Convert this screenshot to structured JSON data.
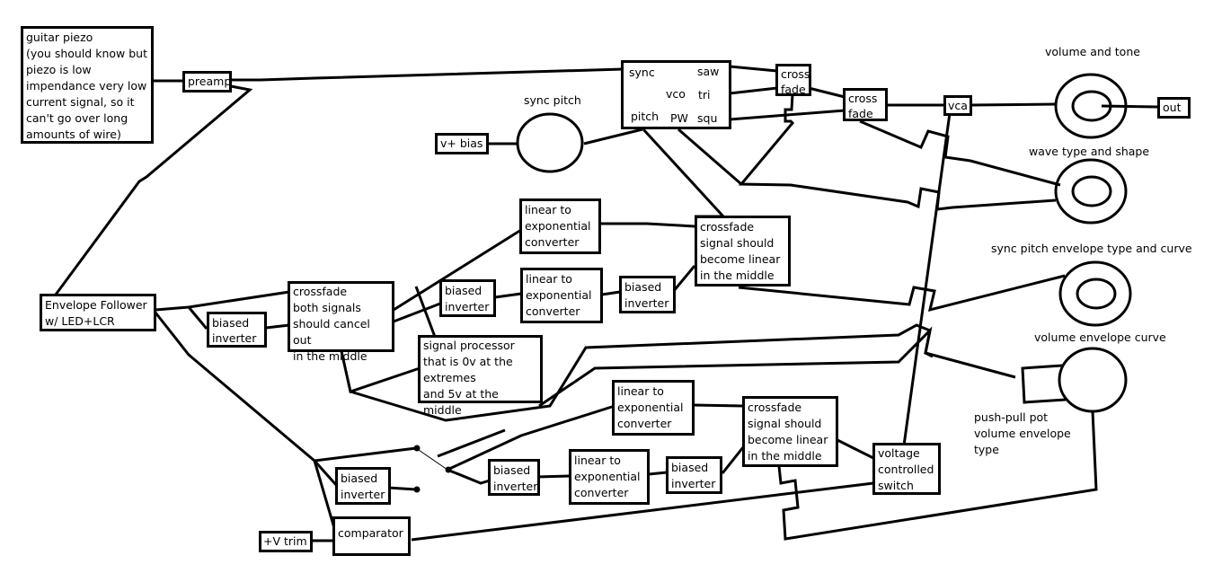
{
  "diagram": {
    "nodes": {
      "guitar_piezo": "guitar piezo\n(you should know but\npiezo is low\nimpendance very low\ncurrent signal, so it\ncan't go over long\namounts of wire)",
      "preamp": "preamp",
      "vco": {
        "label": "vco",
        "ports": {
          "sync": "sync",
          "pitch": "pitch",
          "pw": "PW",
          "saw": "saw",
          "tri": "tri",
          "squ": "squ"
        }
      },
      "v_bias": "v+ bias",
      "sync_pitch_label": "sync pitch",
      "crossfade_1": "cross\nfade",
      "crossfade_2": "cross\nfade",
      "vca": "vca",
      "out": "out",
      "volume_tone_label": "volume and tone",
      "wave_type_label": "wave type and shape",
      "sync_env_label": "sync pitch envelope type and curve",
      "volume_env_label": "volume envelope curve",
      "push_pull_label": "push-pull pot\nvolume envelope\ntype",
      "envelope_follower": "Envelope Follower\nw/ LED+LCR",
      "biased_inverter_1": "biased\ninverter",
      "crossfade_cancel": "crossfade\nboth signals\nshould cancel out\nin the middle",
      "lin_exp_1": "linear to\nexponential\nconverter",
      "biased_inverter_2": "biased\ninverter",
      "lin_exp_2": "linear to\nexponential\nconverter",
      "biased_inverter_3": "biased\ninverter",
      "crossfade_linear_1": "crossfade\nsignal should\nbecome linear\nin the middle",
      "signal_processor": "signal processor\nthat is 0v at the\nextremes\nand 5v at the middle",
      "lin_exp_3": "linear to\nexponential\nconverter",
      "crossfade_linear_2": "crossfade\nsignal should\nbecome linear\nin the middle",
      "biased_inverter_4": "biased\ninverter",
      "biased_inverter_5": "biased\ninverter",
      "lin_exp_4": "linear to\nexponential\nconverter",
      "biased_inverter_6": "biased\ninverter",
      "voltage_switch": "voltage\ncontrolled\nswitch",
      "comparator": "comparator",
      "v_trim": "+V trim"
    },
    "colors": {
      "stroke": "#000000",
      "background": "#ffffff"
    }
  }
}
